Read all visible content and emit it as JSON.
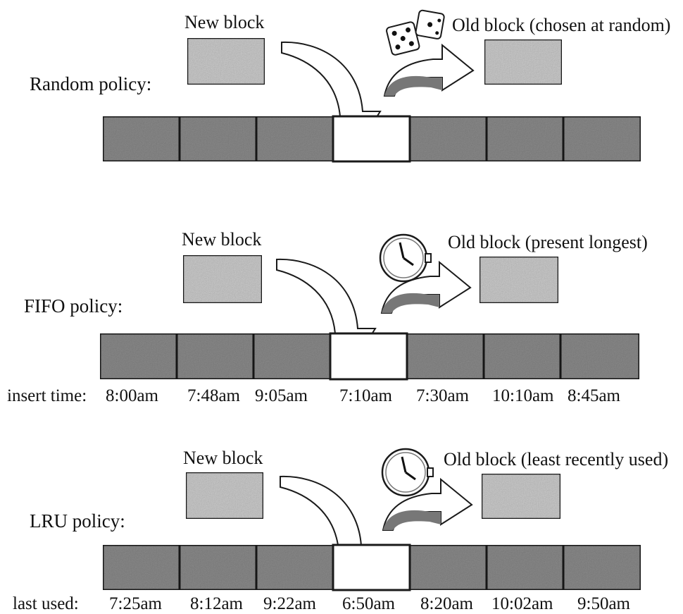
{
  "colors": {
    "block_fill": "#8f8f8f",
    "light_block_fill": "#d2d2d2",
    "outline": "#1a1a1a",
    "empty_slot": "#ffffff"
  },
  "sections": [
    {
      "policy_label": "Random policy:",
      "new_block_label": "New block",
      "old_block_label": "Old block (chosen at random)",
      "chooser_icon": "dice-icon",
      "row_label": "",
      "times": []
    },
    {
      "policy_label": "FIFO policy:",
      "new_block_label": "New block",
      "old_block_label": "Old block (present longest)",
      "chooser_icon": "clock-icon",
      "row_label": "insert time:",
      "times": [
        "8:00am",
        "7:48am",
        "9:05am",
        "7:10am",
        "7:30am",
        "10:10am",
        "8:45am"
      ]
    },
    {
      "policy_label": "LRU policy:",
      "new_block_label": "New block",
      "old_block_label": "Old block (least recently used)",
      "chooser_icon": "clock-icon",
      "row_label": "last used:",
      "times": [
        "7:25am",
        "8:12am",
        "9:22am",
        "6:50am",
        "8:20am",
        "10:02am",
        "9:50am"
      ]
    }
  ]
}
